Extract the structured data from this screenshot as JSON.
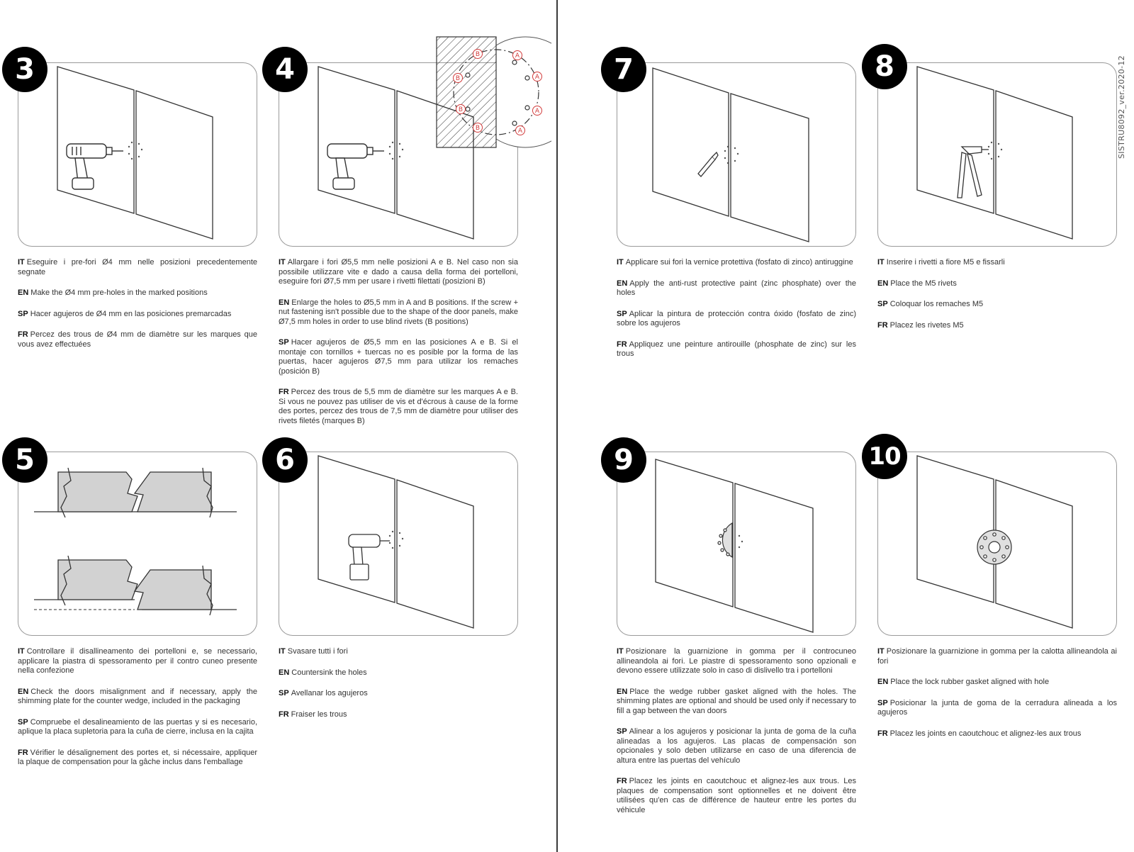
{
  "document": {
    "code": "SISTRU8092_ver.2020-12"
  },
  "steps": [
    {
      "number": "3",
      "texts": [
        {
          "lang": "IT",
          "text": "Eseguire i pre-fori Ø4 mm nelle posizioni precedentemente segnate"
        },
        {
          "lang": "EN",
          "text": "Make the Ø4 mm pre-holes in the marked positions"
        },
        {
          "lang": "SP",
          "text": "Hacer agujeros de Ø4 mm en las posiciones premarcadas"
        },
        {
          "lang": "FR",
          "text": "Percez des trous de Ø4 mm de diamètre sur les marques que vous avez effectuées"
        }
      ]
    },
    {
      "number": "4",
      "texts": [
        {
          "lang": "IT",
          "text": "Allargare i fori Ø5,5 mm nelle posizioni A e B. Nel caso non sia possibile utilizzare vite e dado a causa della forma dei portelloni, eseguire fori Ø7,5 mm per usare i rivetti filettati (posizioni B)"
        },
        {
          "lang": "EN",
          "text": "Enlarge the holes to Ø5,5 mm in A and B positions. If the screw + nut fastening isn't possible due to the shape of the door panels, make Ø7,5 mm holes in order to use blind rivets (B positions)"
        },
        {
          "lang": "SP",
          "text": "Hacer agujeros de Ø5,5 mm en las posiciones A e B. Si el montaje con tornillos + tuercas no es posible por la forma de las puertas, hacer agujeros Ø7,5 mm para utilizar los remaches (posición B)"
        },
        {
          "lang": "FR",
          "text": "Percez des trous de 5,5 mm de diamètre sur les marques A e B. Si vous ne pouvez pas utiliser de vis et d'écrous à cause de la forme des portes, percez des trous de 7,5 mm de diamètre pour utiliser des rivets filetés (marques B)"
        }
      ],
      "detail_labels": {
        "a": "A",
        "b": "B"
      }
    },
    {
      "number": "5",
      "texts": [
        {
          "lang": "IT",
          "text": "Controllare il disallineamento dei portelloni e, se necessario, applicare la piastra di spessoramento per il contro cuneo presente nella confezione"
        },
        {
          "lang": "EN",
          "text": "Check the doors misalignment and if necessary, apply the shimming plate for the counter wedge, included in the packaging"
        },
        {
          "lang": "SP",
          "text": "Compruebe el desalineamiento de las puertas y si es necesario, aplique la placa supletoria para la cuña de cierre, inclusa en la cajita"
        },
        {
          "lang": "FR",
          "text": "Vérifier le désalignement des portes et, si nécessaire, appliquer la plaque de compensation pour la gâche inclus dans l'emballage"
        }
      ]
    },
    {
      "number": "6",
      "texts": [
        {
          "lang": "IT",
          "text": "Svasare tutti i fori"
        },
        {
          "lang": "EN",
          "text": "Countersink the holes"
        },
        {
          "lang": "SP",
          "text": "Avellanar los agujeros"
        },
        {
          "lang": "FR",
          "text": "Fraiser les trous"
        }
      ]
    },
    {
      "number": "7",
      "texts": [
        {
          "lang": "IT",
          "text": "Applicare sui fori la vernice protettiva (fosfato di zinco) antiruggine"
        },
        {
          "lang": "EN",
          "text": "Apply the anti-rust protective paint (zinc phosphate) over the holes"
        },
        {
          "lang": "SP",
          "text": "Aplicar la pintura de protección contra óxido (fosfato de zinc) sobre los agujeros"
        },
        {
          "lang": "FR",
          "text": "Appliquez une peinture antirouille (phosphate de zinc) sur les trous"
        }
      ]
    },
    {
      "number": "8",
      "texts": [
        {
          "lang": "IT",
          "text": "Inserire i rivetti a fiore M5 e fissarli"
        },
        {
          "lang": "EN",
          "text": "Place the M5 rivets"
        },
        {
          "lang": "SP",
          "text": "Coloquar los remaches M5"
        },
        {
          "lang": "FR",
          "text": "Placez les rivetes M5"
        }
      ]
    },
    {
      "number": "9",
      "texts": [
        {
          "lang": "IT",
          "text": "Posizionare la guarnizione in gomma per il controcuneo allineandola ai fori. Le piastre di spessoramento sono opzionali e devono essere utilizzate solo in caso di dislivello tra i portelloni"
        },
        {
          "lang": "EN",
          "text": "Place the wedge rubber gasket aligned with the holes. The shimming plates are optional and should be used only if necessary to fill a gap between the van doors"
        },
        {
          "lang": "SP",
          "text": "Alinear a los agujeros y posicionar la junta de goma de la cuña alineadas a los agujeros. Las placas de compensación son opcionales y solo deben utilizarse en caso de una diferencia de altura entre las puertas del vehículo"
        },
        {
          "lang": "FR",
          "text": "Placez les joints en caoutchouc et alignez-les aux trous. Les plaques de compensation sont optionnelles et ne doivent être utilisées qu'en cas de différence de hauteur entre les portes du véhicule"
        }
      ]
    },
    {
      "number": "10",
      "texts": [
        {
          "lang": "IT",
          "text": "Posizionare la guarnizione in gomma per la calotta allineandola ai fori"
        },
        {
          "lang": "EN",
          "text": "Place the lock rubber gasket aligned with hole"
        },
        {
          "lang": "SP",
          "text": "Posicionar la junta de goma de la cerradura alineada a los agujeros"
        },
        {
          "lang": "FR",
          "text": "Placez les joints en caoutchouc et alignez-les aux trous"
        }
      ]
    }
  ]
}
